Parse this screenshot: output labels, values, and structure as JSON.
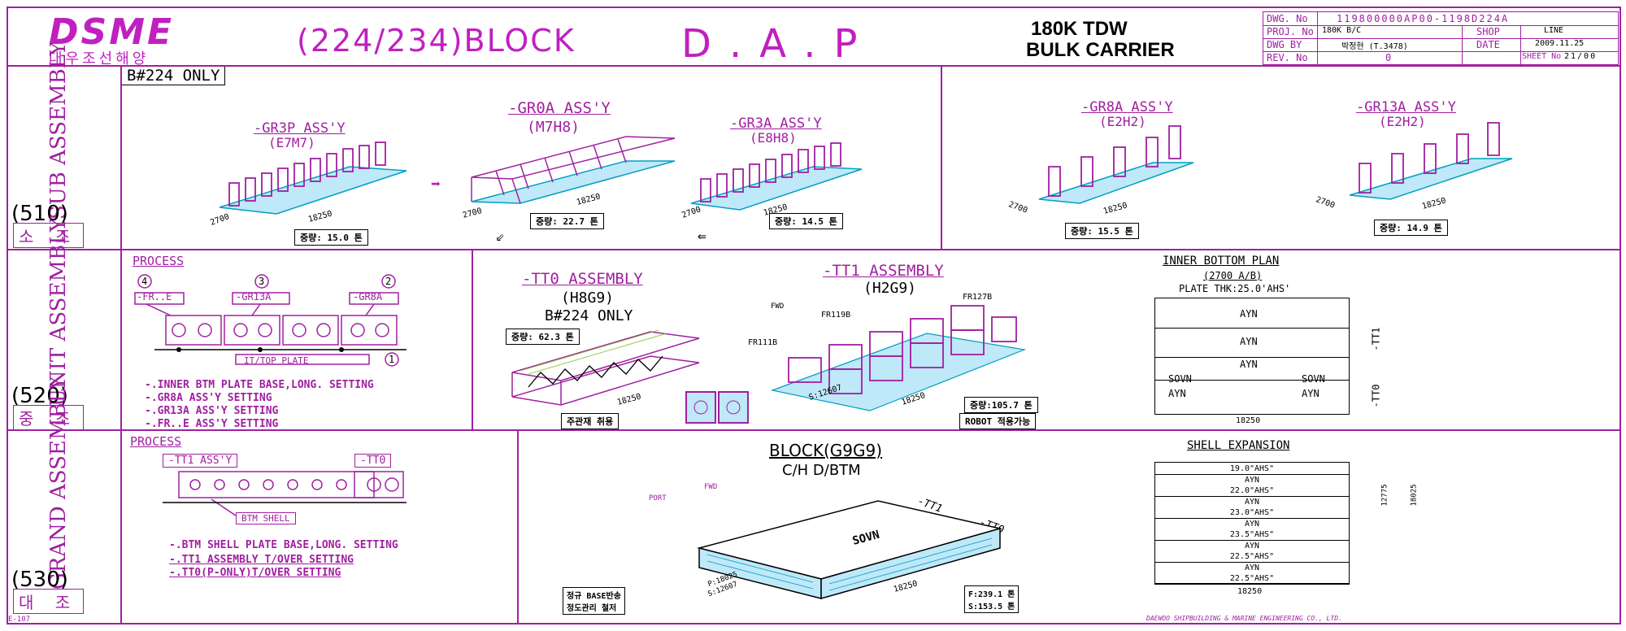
{
  "header": {
    "logo": "DSME",
    "company_korean": "대우조선해양",
    "block_range": "(224/234)BLOCK",
    "dap": "D.A.P",
    "ship_line1": "180K TDW",
    "ship_line2": "BULK CARRIER"
  },
  "title_block": {
    "dwg_no_label": "DWG. No",
    "dwg_no": "119800000AP00-1198D224A",
    "proj_no_label": "PROJ. No",
    "proj_no": "180K B/C",
    "shop_label": "SHOP",
    "shop": "LINE",
    "dwg_by_label": "DWG BY",
    "dwg_by": "박정현 (T.3478)",
    "date_label": "DATE",
    "date": "2009.11.25",
    "rev_no_label": "REV. No",
    "rev_no": "0",
    "sheet_no_label": "SHEET No",
    "sheet_no": "21/00"
  },
  "rows": {
    "sub": {
      "label": "SUB ASSEMBLY",
      "code": "(510)",
      "korean": "소 조"
    },
    "unit": {
      "label": "UNIT ASSEMBLY",
      "code": "(520)",
      "korean": "중 조"
    },
    "grand": {
      "label": "GRAND ASSEMBLY",
      "code": "(530)",
      "korean": "대 조"
    }
  },
  "sub_assembly": {
    "b224_only": "B#224 ONLY",
    "gr3p_name": "-GR3P ASS'Y",
    "gr3p_code": "(E7M7)",
    "gr3p_weight": "중량: 15.0 톤",
    "gr0a_name": "-GR0A ASS'Y",
    "gr0a_code": "(M7H8)",
    "gr0a_weight": "중량: 22.7 톤",
    "gr3a_name": "-GR3A ASS'Y",
    "gr3a_code": "(E8H8)",
    "gr3a_weight": "중량: 14.5 톤",
    "gr8a_name": "-GR8A ASS'Y",
    "gr8a_code": "(E2H2)",
    "gr8a_weight": "중량: 15.5 톤",
    "gr13a_name": "-GR13A ASS'Y",
    "gr13a_code": "(E2H2)",
    "gr13a_weight": "중량: 14.9 톤",
    "dim_18250": "18250",
    "dim_2700": "2700"
  },
  "unit_assembly": {
    "process": "PROCESS",
    "step4": "4",
    "step3": "3",
    "step2": "2",
    "step1": "1",
    "fr_label": "-FR..E",
    "gr13a_label": "-GR13A",
    "gr8a_label": "-GR8A",
    "ttop_label": "IT/TOP PLATE",
    "note1": "-.INNER BTM PLATE BASE,LONG. SETTING",
    "note2": "-.GR8A ASS'Y SETTING",
    "note3": "-.GR13A ASS'Y SETTING",
    "note4": "-.FR..E ASS'Y SETTING",
    "tt0_name": "-TT0 ASSEMBLY",
    "tt0_code": "(H8G9)",
    "tt0_only": "B#224 ONLY",
    "tt0_weight": "중량: 62.3 톤",
    "tt0_note": "주관재 취용",
    "tt1_name": "-TT1 ASSEMBLY",
    "tt1_code": "(H2G9)",
    "tt1_weight": "중량:105.7 톤",
    "tt1_note": "ROBOT 적용가능",
    "fr127b": "FR127B",
    "fr119b": "FR119B",
    "fr111b": "FR111B",
    "fwd": "FWD",
    "ibp_title": "INNER BOTTOM PLAN",
    "ibp_sub1": "(2700 A/B)",
    "ibp_sub2": "PLATE THK:25.0'AHS'",
    "ayn": "AYN",
    "sovn": "SOVN",
    "ibp_dim": "18250",
    "ibp_tt1": "-TT1",
    "ibp_tt0": "-TT0"
  },
  "grand_assembly": {
    "process": "PROCESS",
    "tt1_label": "-TT1 ASS'Y",
    "tt0_label": "-TT0",
    "btm_shell": "BTM SHELL",
    "note1": "-.BTM SHELL PLATE BASE,LONG. SETTING",
    "note2": "-.TT1 ASSEMBLY T/OVER SETTING",
    "note3": "-.TT0(P-ONLY)T/OVER SETTING",
    "block_name": "BLOCK(G9G9)",
    "block_sub": "C/H D/BTM",
    "port": "PORT",
    "fwd": "FWD",
    "tt1": "-TT1",
    "tt0": "-TT0",
    "sovn": "SOVN",
    "note_base": "정규 BASE반송",
    "note_base2": "정도관리 철저",
    "weight": "F:239.1 톤",
    "weight2": "S:153.5 톤",
    "shell_title": "SHELL EXPANSION",
    "shell_rows": [
      "19.0\"AHS\"",
      "AYN",
      "22.0\"AHS\"",
      "AYN",
      "23.0\"AHS\"",
      "AYN",
      "23.5\"AHS\"",
      "AYN",
      "22.5\"AHS\"",
      "AYN",
      "22.5\"AHS\""
    ],
    "shell_dim": "18250",
    "p_dim": "P:18025",
    "s_dim": "S:12607"
  },
  "footer": {
    "sheet_ref": "E-107",
    "company": "DAEWOO SHIPBUILDING & MARINE ENGINEERING CO., LTD."
  }
}
